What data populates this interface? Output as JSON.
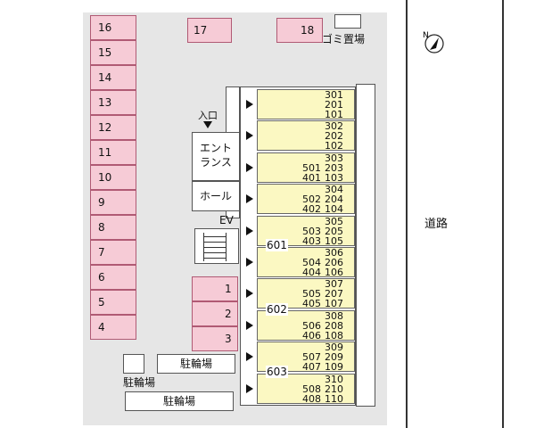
{
  "parking": {
    "left_column": [
      "16",
      "15",
      "14",
      "13",
      "12",
      "11",
      "10",
      "9",
      "8",
      "7",
      "6",
      "5",
      "4"
    ],
    "top": [
      "17",
      "18"
    ],
    "center": [
      "1",
      "2",
      "3"
    ]
  },
  "labels": {
    "trash": "ゴミ置場",
    "road": "道路",
    "entry": "入口",
    "entrance_line1": "エント",
    "entrance_line2": "ランス",
    "hall": "ホール",
    "ev": "EV",
    "bike1": "駐輪場",
    "bike2": "駐輪場",
    "bike3": "駐輪場",
    "compass_n": "N"
  },
  "floor6": [
    "601",
    "602",
    "603"
  ],
  "units": [
    {
      "left": [],
      "right": [
        "301",
        "201",
        "101"
      ]
    },
    {
      "left": [],
      "right": [
        "302",
        "202",
        "102"
      ]
    },
    {
      "left": [
        "501",
        "401"
      ],
      "right": [
        "303",
        "203",
        "103"
      ]
    },
    {
      "left": [
        "502",
        "402"
      ],
      "right": [
        "304",
        "204",
        "104"
      ]
    },
    {
      "left": [
        "503",
        "403"
      ],
      "right": [
        "305",
        "205",
        "105"
      ]
    },
    {
      "left": [
        "504",
        "404"
      ],
      "right": [
        "306",
        "206",
        "106"
      ]
    },
    {
      "left": [
        "505",
        "405"
      ],
      "right": [
        "307",
        "207",
        "107"
      ]
    },
    {
      "left": [
        "506",
        "406"
      ],
      "right": [
        "308",
        "208",
        "108"
      ]
    },
    {
      "left": [
        "507",
        "407"
      ],
      "right": [
        "309",
        "209",
        "109"
      ]
    },
    {
      "left": [
        "508",
        "408"
      ],
      "right": [
        "310",
        "210",
        "110"
      ]
    }
  ]
}
